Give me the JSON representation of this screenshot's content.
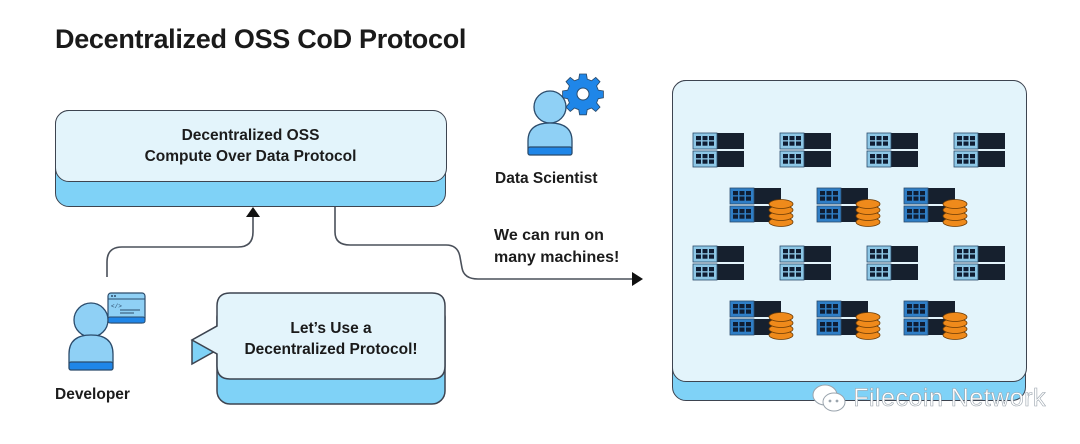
{
  "title": "Decentralized OSS CoD Protocol",
  "protocol_box": {
    "line1": "Decentralized OSS",
    "line2": "Compute Over Data Protocol"
  },
  "data_scientist": {
    "label": "Data Scientist",
    "icon": "person-with-gear-icon"
  },
  "developer": {
    "label": "Developer",
    "icon": "person-with-code-window-icon"
  },
  "speech_bubble": {
    "line1": "Let’s Use a",
    "line2": "Decentralized Protocol!"
  },
  "run_note": {
    "line1": "We can run on",
    "line2": "many machines!"
  },
  "machines_panel": {
    "rows": [
      {
        "type": "server",
        "count": 4
      },
      {
        "type": "server-with-storage",
        "count": 3
      },
      {
        "type": "server",
        "count": 4
      },
      {
        "type": "server-with-storage",
        "count": 3
      }
    ]
  },
  "watermark": {
    "icon": "wechat-icon",
    "text": "Filecoin Network"
  },
  "colors": {
    "box_fill": "#e3f4fb",
    "box_base": "#7fd2f7",
    "outline": "#3d4450",
    "person_light": "#8fd0f5",
    "person_dark": "#1f86e8",
    "gear": "#1f86e8",
    "server_dark": "#16202e",
    "server_panel_light": "#8dc7e6",
    "server_panel_blue": "#2f7ec6",
    "storage_orange": "#ef8a1b"
  }
}
